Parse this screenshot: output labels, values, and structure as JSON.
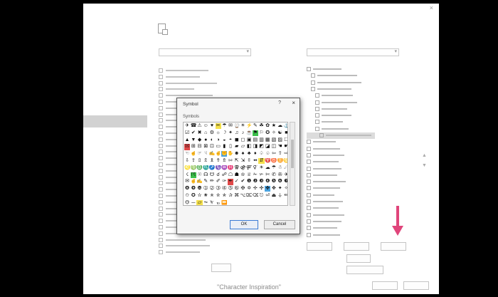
{
  "dialog": {
    "title": "Symbol",
    "symbols_label": "Symbols",
    "ok_label": "OK",
    "cancel_label": "Cancel",
    "close_glyph": "×",
    "help_glyph": "?",
    "symbols": [
      "✈",
      "☎",
      "⚠",
      "☺",
      "♥",
      "✂",
      "☂",
      "✉",
      "⌚",
      "☀",
      "⚡",
      "✎",
      "☘",
      "✿",
      "★",
      "☁",
      "⚓",
      "☑",
      "✔",
      "✖",
      "⌂",
      "⚙",
      "☼",
      "☽",
      "✦",
      "♫",
      "♪",
      "☕",
      "⚑",
      "⚐",
      "✪",
      "✧",
      "☯",
      "■",
      "▲",
      "▼",
      "◆",
      "●",
      "◐",
      "◑",
      "◒",
      "◓",
      "◼",
      "◻",
      "▣",
      "▤",
      "▥",
      "▦",
      "▧",
      "▨",
      "☐",
      "☒",
      "⊞",
      "⊟",
      "⊠",
      "⊡",
      "▭",
      "▮",
      "▯",
      "▰",
      "▱",
      "◧",
      "◨",
      "◩",
      "◪",
      "◫",
      "☚",
      "☛",
      "☜",
      "☝",
      "☞",
      "☟",
      "✍",
      "✌",
      "✊",
      "✋",
      "☻",
      "♠",
      "♣",
      "♦",
      "♤",
      "♧",
      "⇦",
      "⇧",
      "⇨",
      "⇩",
      "⇪",
      "⇫",
      "⇬",
      "⇭",
      "⇮",
      "⇯",
      "⇰",
      "⇱",
      "⇲",
      "⇳",
      "⇴",
      "⇵",
      "♈",
      "♉",
      "♊",
      "♋",
      "♌",
      "♍",
      "♎",
      "♏",
      "♐",
      "♑",
      "♒",
      "♓",
      "⚢",
      "⚣",
      "⚤",
      "⚥",
      "☀",
      "☁",
      "☂",
      "☃",
      "☄",
      "☇",
      "☈",
      "☉",
      "☊",
      "☋",
      "☌",
      "☍",
      "☖",
      "☗",
      "♔",
      "♕",
      "✁",
      "✃",
      "✄",
      "✆",
      "✇",
      "✈",
      "✉",
      "✌",
      "✍",
      "✎",
      "✏",
      "✐",
      "✑",
      "✒",
      "✓",
      "✔",
      "❶",
      "❷",
      "❸",
      "❹",
      "❺",
      "❻",
      "❼",
      "❽",
      "❾",
      "❿",
      "➀",
      "➁",
      "➂",
      "➃",
      "➄",
      "➅",
      "✠",
      "✡",
      "✢",
      "✣",
      "✤",
      "✥",
      "✦",
      "✧",
      "✩",
      "✪",
      "✫",
      "✬",
      "✭",
      "✮",
      "✯",
      "✰",
      "⌘",
      "⌥",
      "⌦",
      "⌫",
      "⎋",
      "⏎",
      "⏏",
      "⏚",
      "⏛",
      "⏣",
      "⏤",
      "⏥",
      "⏦",
      "⏧",
      "⏨",
      "⏩"
    ]
  },
  "caption": "\"Character Inspiration\"",
  "colors": {
    "background": "#000000",
    "window": "#ffffff",
    "nav_selected": "#d2d2d2",
    "dialog_ok_border": "#3b7bd5",
    "arrow": "#e0457b"
  },
  "icons": {
    "header": "customize-ribbon-icon",
    "arrow": "pointer-arrow-icon"
  }
}
